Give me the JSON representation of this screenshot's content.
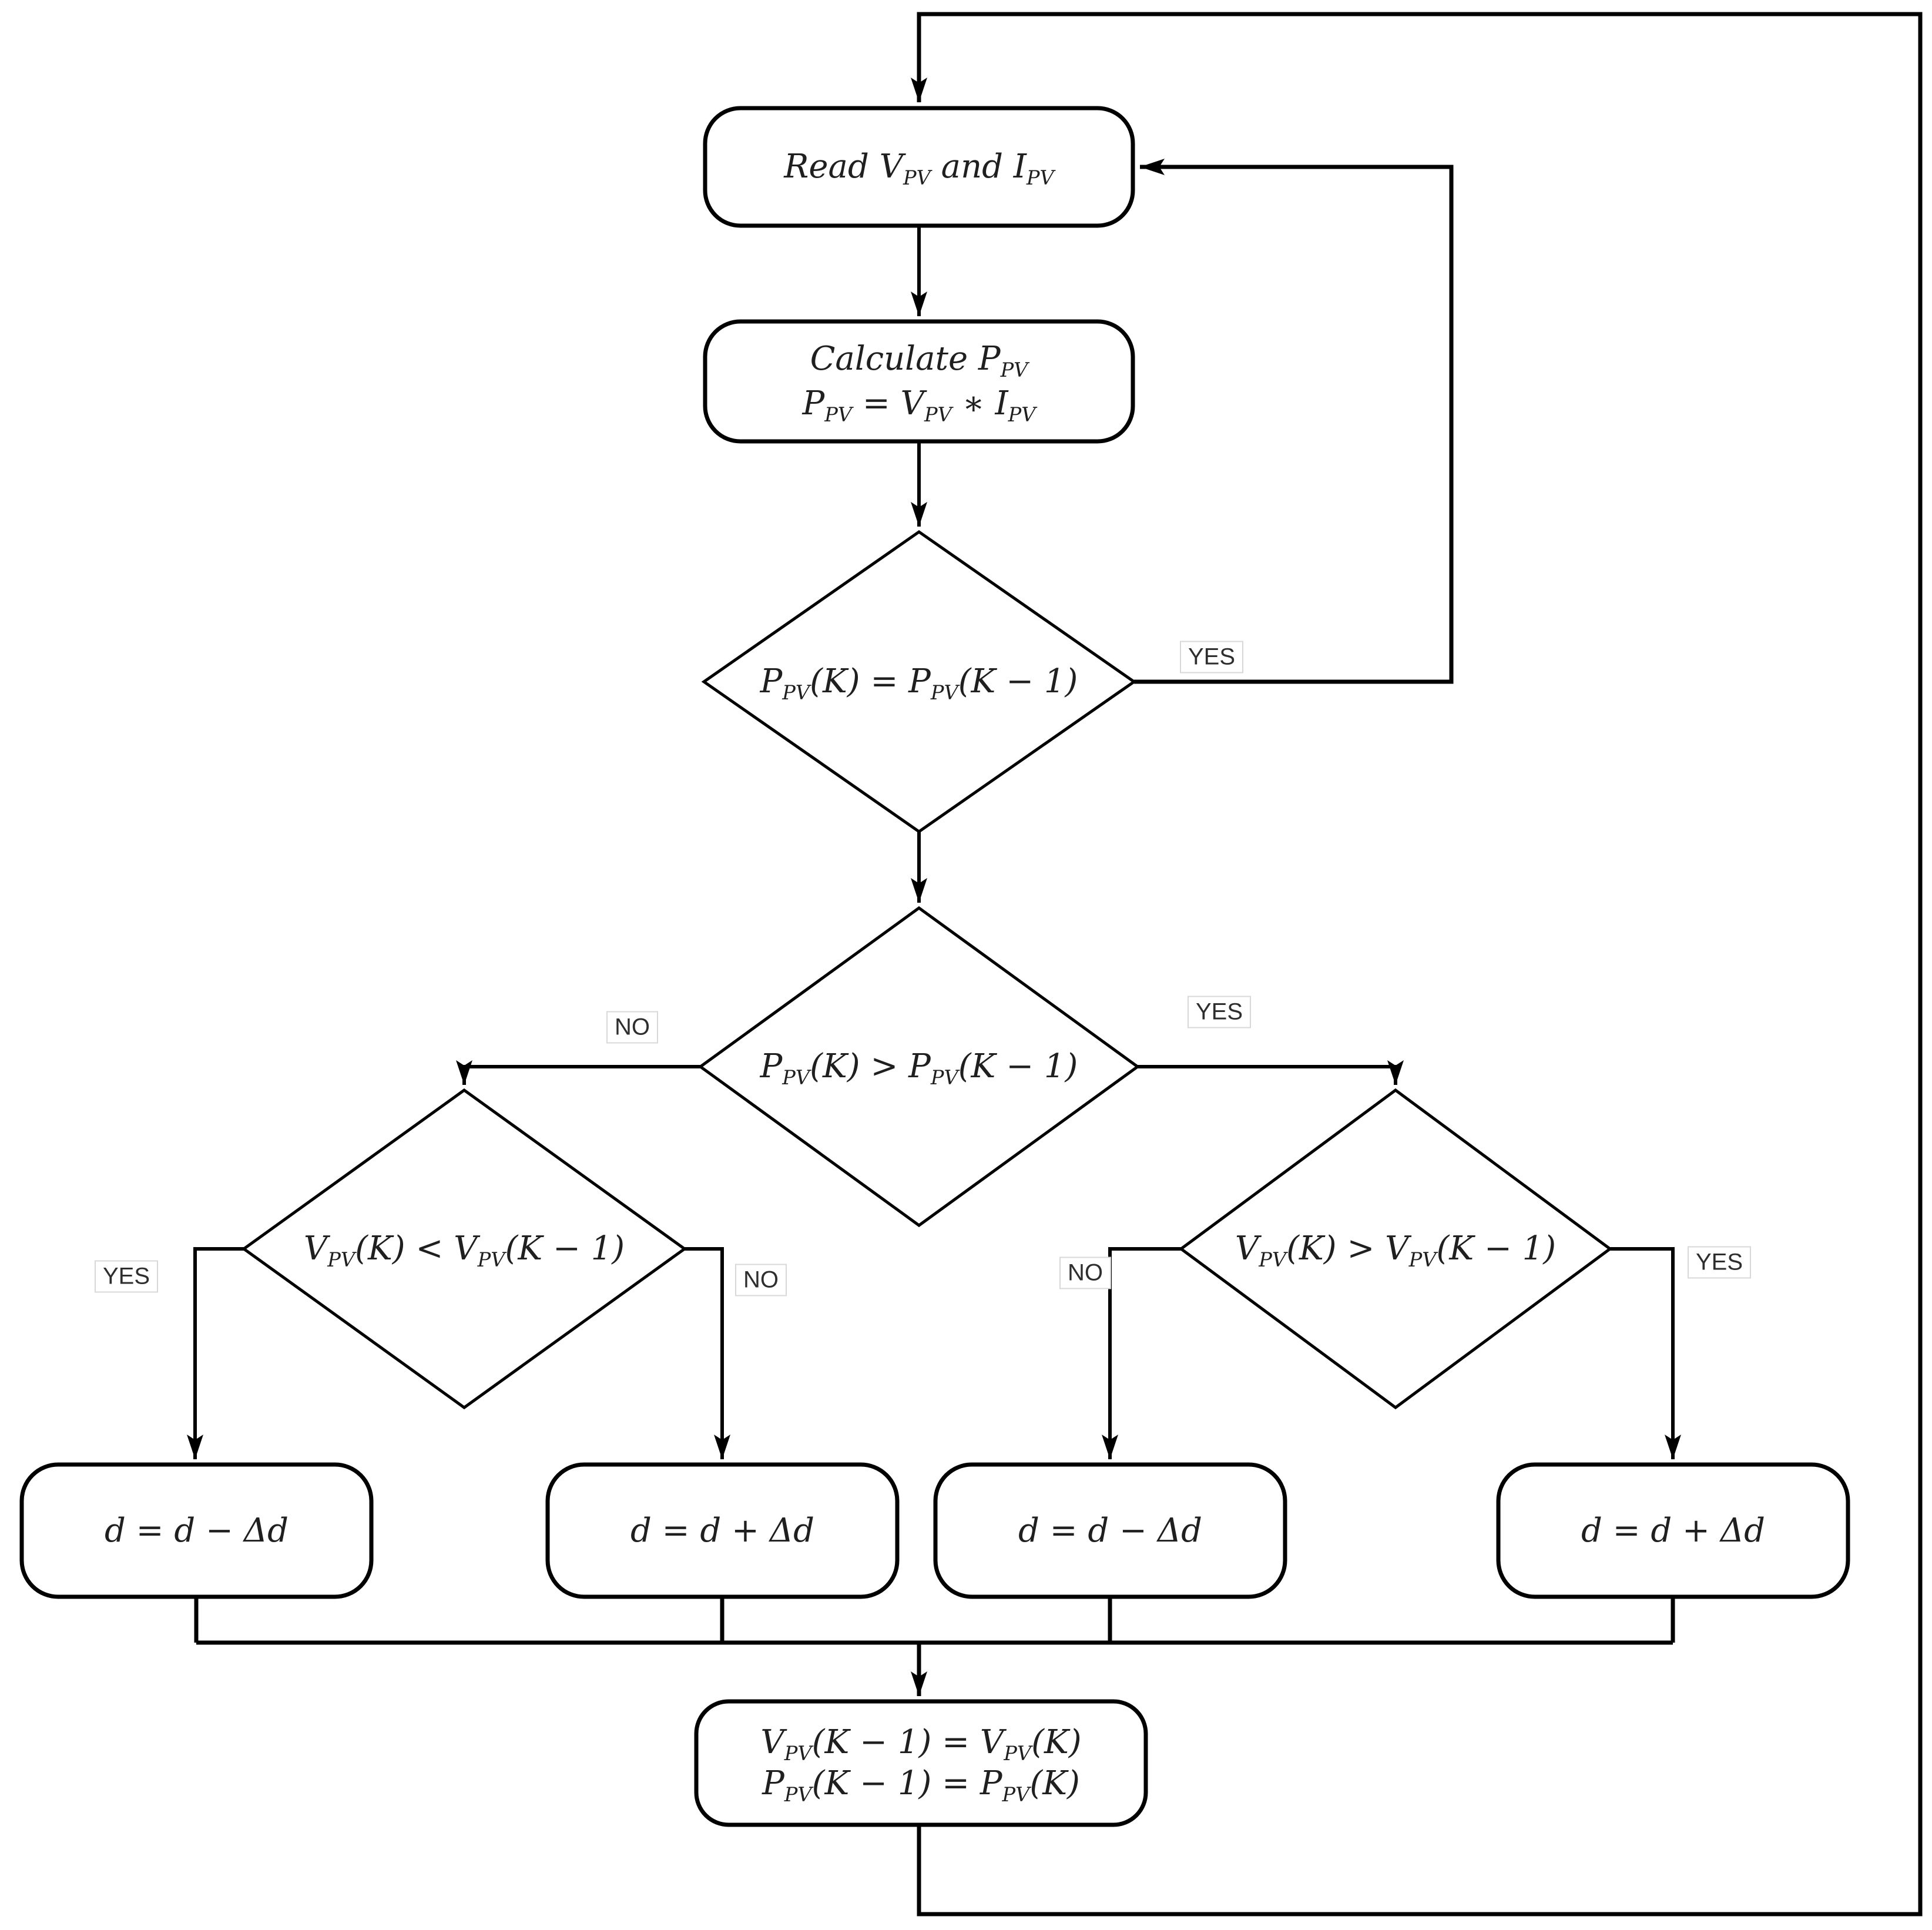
{
  "colors": {
    "background": "#ffffff",
    "line": "#000000",
    "text": "#1f1f1f",
    "label_text": "#2e2e2e",
    "label_border": "#d8d8d8"
  },
  "nodes": {
    "read": {
      "lines": [
        [
          {
            "t": "Read V"
          },
          {
            "s": "PV"
          },
          {
            "t": " and I"
          },
          {
            "s": "PV"
          }
        ]
      ]
    },
    "calc": {
      "lines": [
        [
          {
            "t": "Calculate P"
          },
          {
            "s": "PV"
          }
        ],
        [
          {
            "t": "P"
          },
          {
            "s": "PV"
          },
          {
            "t": " = V"
          },
          {
            "s": "PV"
          },
          {
            "t": " ∗ I"
          },
          {
            "s": "PV"
          }
        ]
      ]
    },
    "d1": {
      "lines": [
        [
          {
            "t": "P"
          },
          {
            "s": "PV"
          },
          {
            "t": "(K) = P"
          },
          {
            "s": "PV"
          },
          {
            "t": "(K − 1)"
          }
        ]
      ]
    },
    "d2": {
      "lines": [
        [
          {
            "t": "P"
          },
          {
            "s": "PV"
          },
          {
            "t": "(K) > P"
          },
          {
            "s": "PV"
          },
          {
            "t": "(K − 1)"
          }
        ]
      ]
    },
    "dl": {
      "lines": [
        [
          {
            "t": "V"
          },
          {
            "s": "PV"
          },
          {
            "t": "(K) < V"
          },
          {
            "s": "PV"
          },
          {
            "t": "(K − 1)"
          }
        ]
      ]
    },
    "dr": {
      "lines": [
        [
          {
            "t": "V"
          },
          {
            "s": "PV"
          },
          {
            "t": "(K) > V"
          },
          {
            "s": "PV"
          },
          {
            "t": "(K − 1)"
          }
        ]
      ]
    },
    "box_a": {
      "lines": [
        [
          {
            "t": "d = d − Δd"
          }
        ]
      ]
    },
    "box_b": {
      "lines": [
        [
          {
            "t": "d = d + Δd"
          }
        ]
      ]
    },
    "box_c": {
      "lines": [
        [
          {
            "t": "d = d − Δd"
          }
        ]
      ]
    },
    "box_d": {
      "lines": [
        [
          {
            "t": "d = d + Δd"
          }
        ]
      ]
    },
    "update": {
      "lines": [
        [
          {
            "t": "V"
          },
          {
            "s": "PV"
          },
          {
            "t": "(K − 1) = V"
          },
          {
            "s": "PV"
          },
          {
            "t": "(K)"
          }
        ],
        [
          {
            "t": "P"
          },
          {
            "s": "PV"
          },
          {
            "t": "(K − 1) = P"
          },
          {
            "s": "PV"
          },
          {
            "t": "(K)"
          }
        ]
      ]
    }
  },
  "edge_labels": {
    "d1_yes": "YES",
    "d2_no": "NO",
    "d2_yes": "YES",
    "dl_yes": "YES",
    "dl_no": "NO",
    "dr_no": "NO",
    "dr_yes": "YES"
  }
}
